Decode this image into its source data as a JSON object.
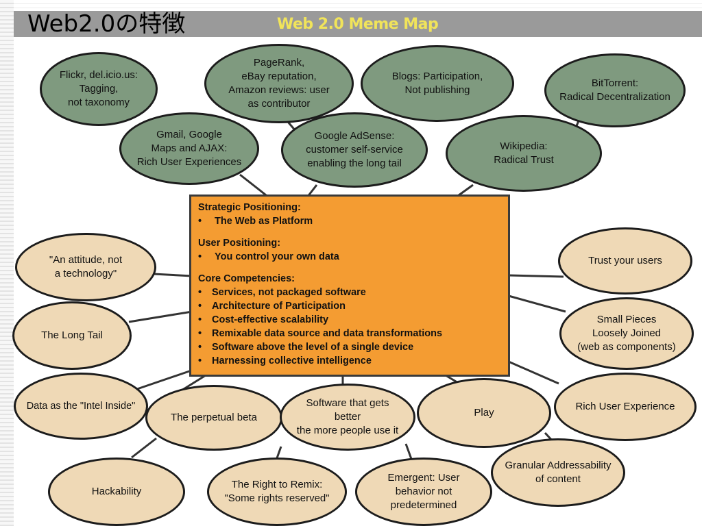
{
  "slide_title": "Web2.0の特徴",
  "map_title": "Web 2.0 Meme Map",
  "colors": {
    "title_bar": "#9a9a9a",
    "map_title": "#f1e45a",
    "green_node": "#7f9a7f",
    "tan_node": "#efd9b6",
    "center": "#f49c32",
    "edge": "#1c1c1c"
  },
  "center": {
    "sections": [
      {
        "heading": "Strategic Positioning:",
        "items": [
          "The Web as Platform"
        ]
      },
      {
        "heading": "User Positioning:",
        "items": [
          "You control your own data"
        ]
      },
      {
        "heading": "Core Competencies:",
        "items": [
          "Services, not packaged software",
          "Architecture of Participation",
          "Cost-effective scalability",
          "Remixable data source and data transformations",
          "Software above the level of a single device",
          "Harnessing collective intelligence"
        ]
      }
    ]
  },
  "nodes": {
    "flickr": "Flickr, del.icio.us:\nTagging,\nnot taxonomy",
    "pagerank": "PageRank,\neBay reputation,\nAmazon reviews:  user\nas contributor",
    "blogs": "Blogs:  Participation,\nNot publishing",
    "bittorrent": "BitTorrent:\nRadical Decentralization",
    "gmail": "Gmail, Google\nMaps and AJAX:\nRich User Experiences",
    "adsense": "Google AdSense:\ncustomer self-service\nenabling the long tail",
    "wikipedia": "Wikipedia:\nRadical Trust",
    "attitude": "\"An attitude, not\na technology\"",
    "longtail": "The Long Tail",
    "intel": "Data as the \"Intel Inside\"",
    "perpetual": "The perpetual beta",
    "software": "Software that gets\nbetter\nthe more people use it",
    "play": "Play",
    "trust": "Trust your users",
    "smallpieces": "Small Pieces\nLoosely Joined\n(web as components)",
    "richux": "Rich User Experience",
    "granular": "Granular Addressability\nof content",
    "hackability": "Hackability",
    "remix": "The Right to Remix:\n\"Some rights reserved\"",
    "emergent": "Emergent:  User\nbehavior not\npredetermined"
  }
}
